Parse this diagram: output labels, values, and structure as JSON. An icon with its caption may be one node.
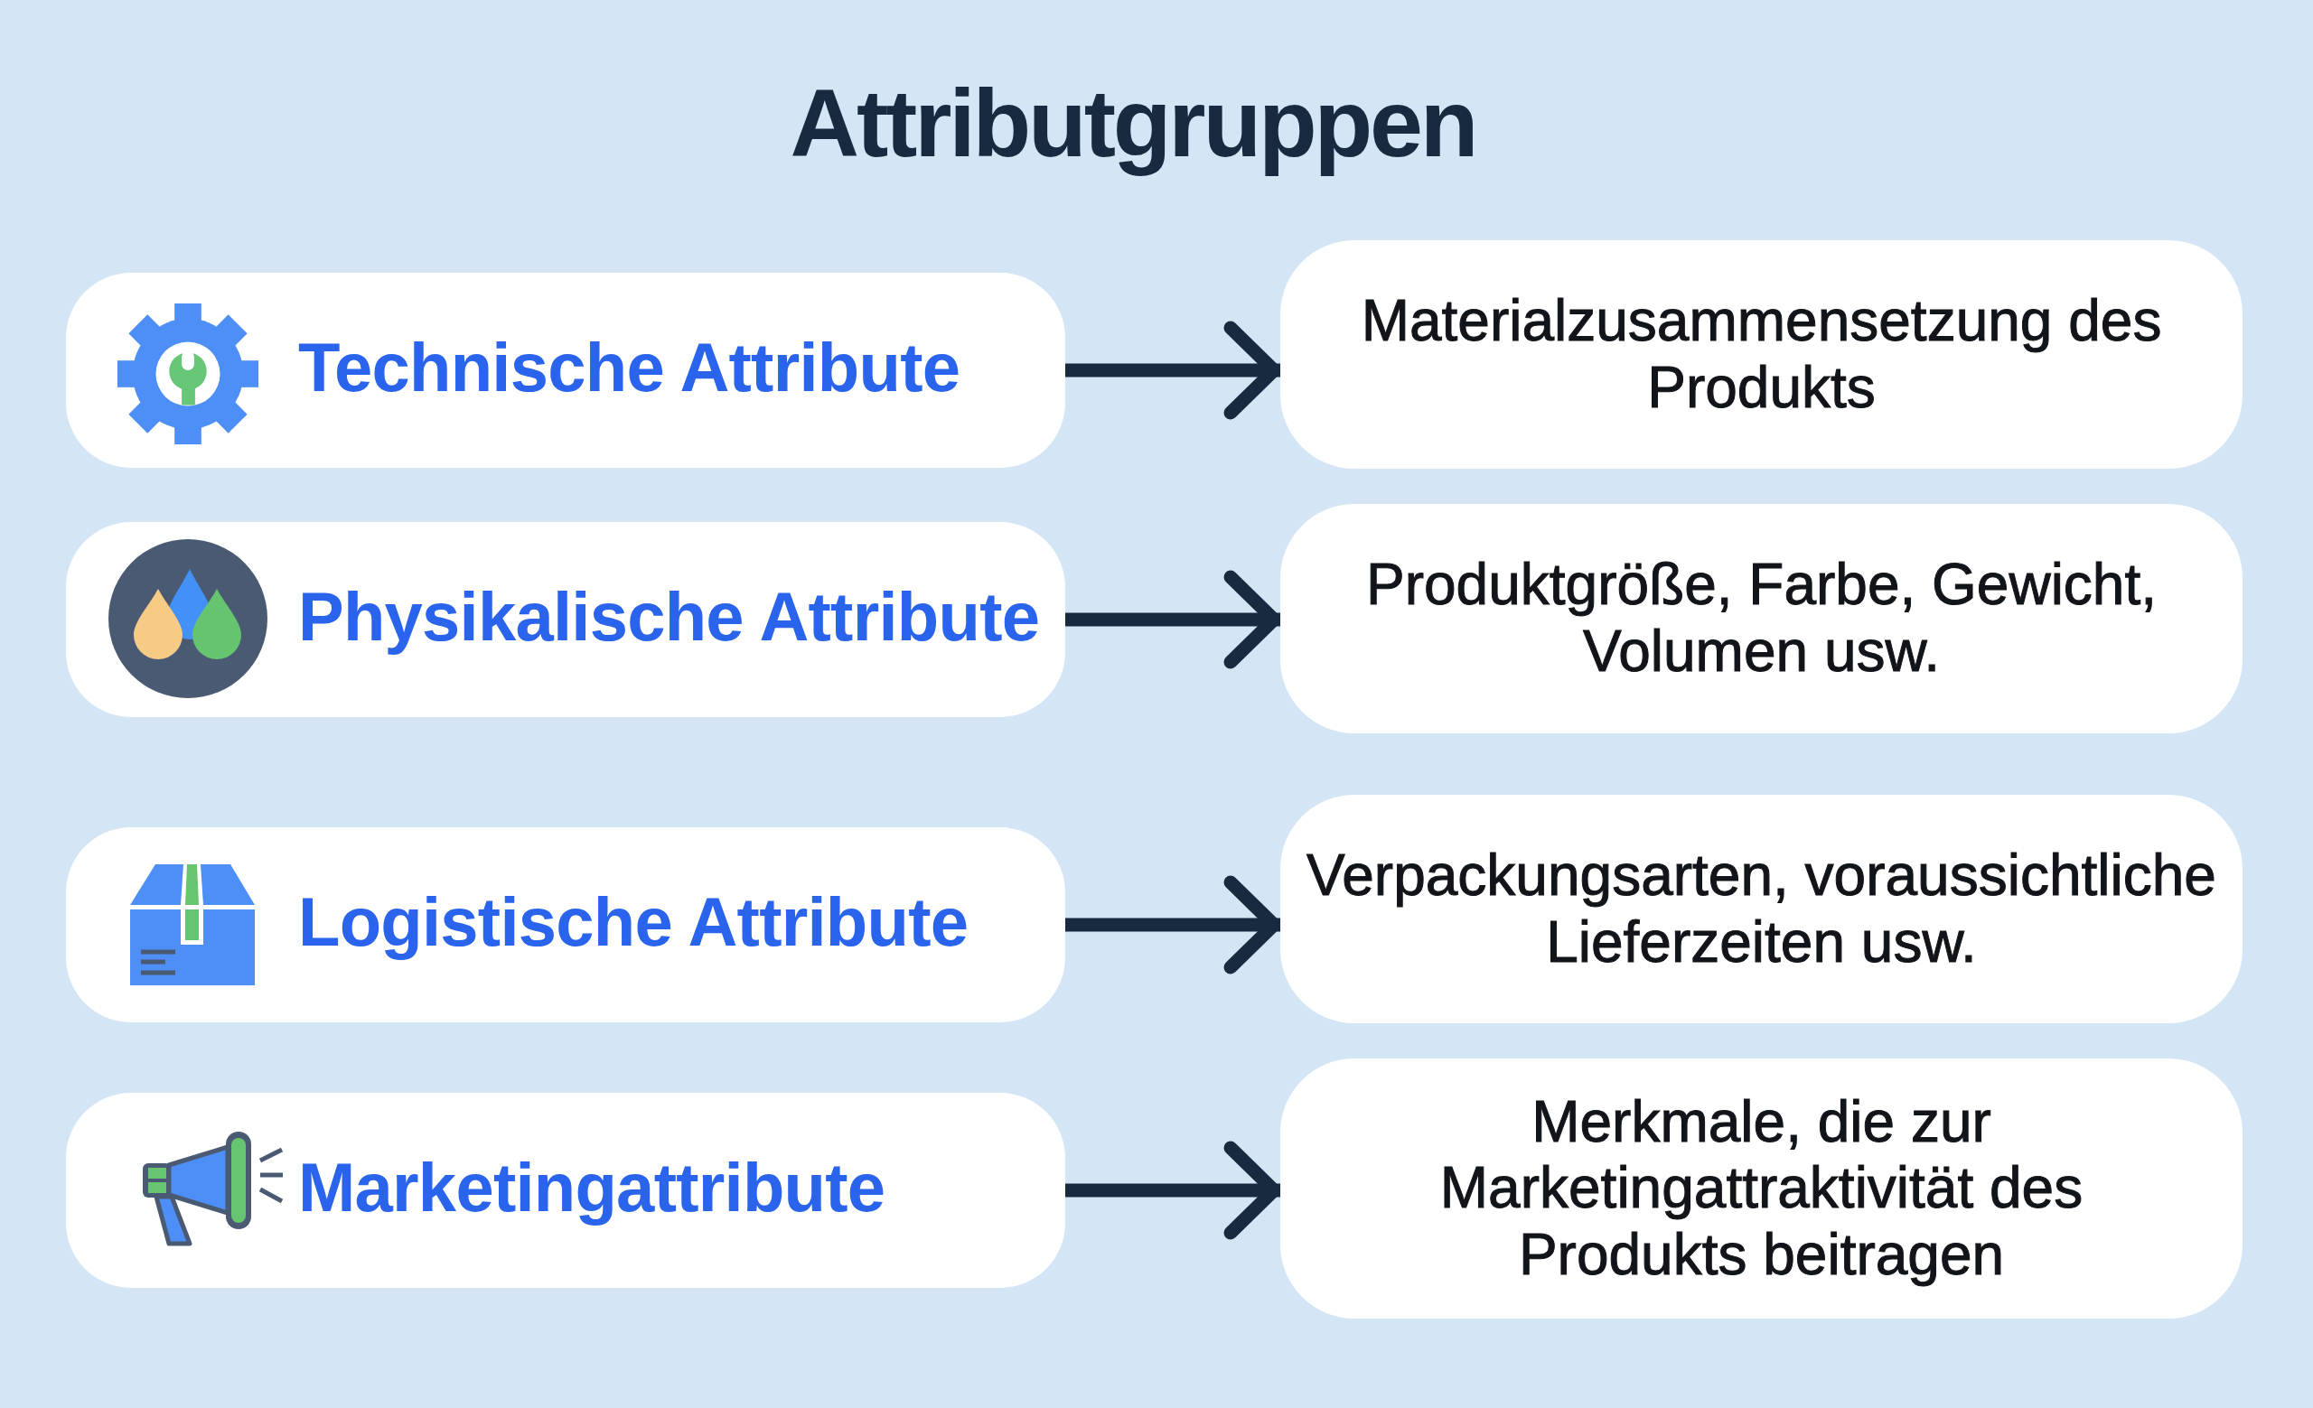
{
  "diagram": {
    "title": "Attributgruppen",
    "nodes": [
      {
        "text": [
          "Technische Attribute"
        ]
      },
      {
        "text": [
          "Materialzusammensetzung des Produkts"
        ]
      },
      {
        "text": [
          "Physikalische Attribute"
        ]
      },
      {
        "text": [
          "Produktgröße, Farbe, Gewicht, Volumen usw."
        ]
      },
      {
        "text": [
          "Logistische Attribute"
        ]
      },
      {
        "text": [
          "Verpackungsarten, voraussichtliche Lieferzeiten usw."
        ]
      },
      {
        "text": [
          "Marketingattribute"
        ]
      },
      {
        "text": [
          "Merkmale, die zur Marketingattraktivität des Produkts beitragen"
        ]
      }
    ],
    "edges": [
      {
        "from": 0,
        "to": 1,
        "arrow": "to"
      },
      {
        "from": 2,
        "to": 3,
        "arrow": "to"
      },
      {
        "from": 4,
        "to": 5,
        "arrow": "to"
      },
      {
        "from": 6,
        "to": 7,
        "arrow": "to"
      }
    ]
  }
}
